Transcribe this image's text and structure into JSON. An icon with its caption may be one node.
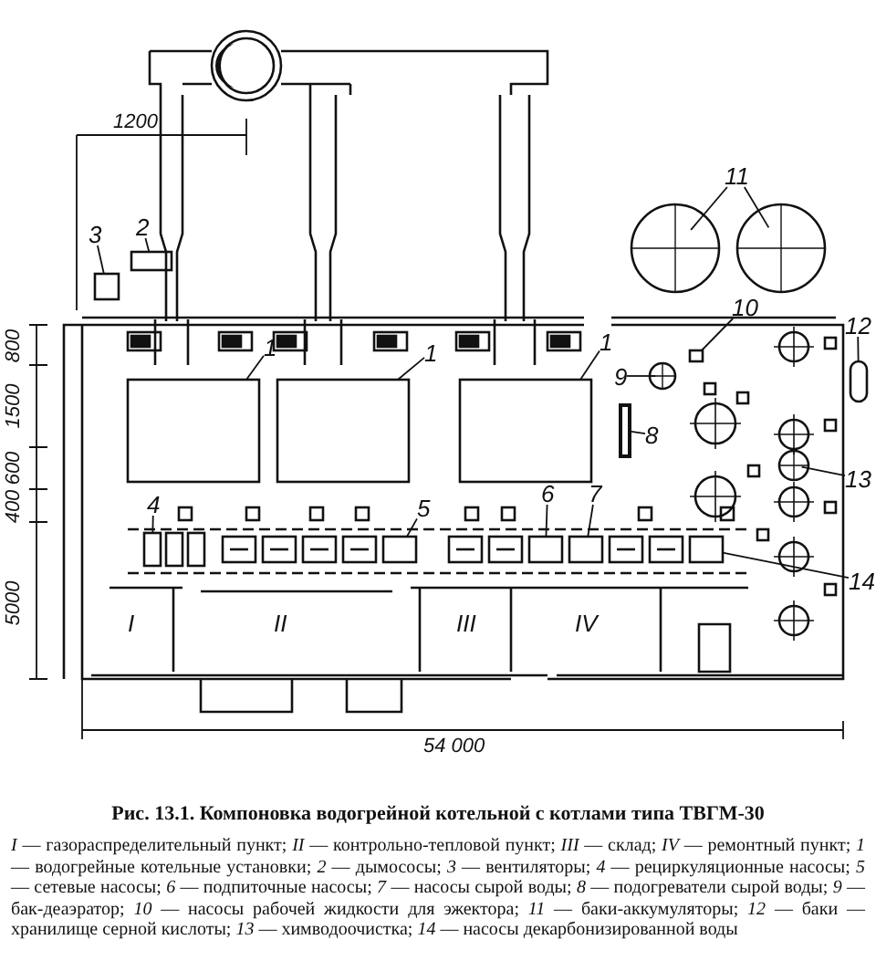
{
  "diagram": {
    "caption": "Рис. 13.1. Компоновка водогрейной котельной с котлами типа ТВГМ-30",
    "nodes": [
      {
        "text": [
          "3"
        ]
      },
      {
        "text": [],
        "shape": "box"
      },
      {
        "text": [
          "2"
        ]
      },
      {
        "text": [],
        "shape": "box"
      },
      {
        "text": [
          "11"
        ]
      },
      {
        "text": [],
        "shape": "circle"
      },
      {
        "text": [],
        "shape": "circle"
      },
      {
        "text": [
          "10"
        ]
      },
      {
        "text": [],
        "shape": "box"
      },
      {
        "text": [
          "12"
        ]
      },
      {
        "text": [],
        "shape": "cylinder"
      },
      {
        "text": [
          "1"
        ]
      },
      {
        "text": [],
        "shape": "box"
      },
      {
        "text": [
          "1"
        ]
      },
      {
        "text": [],
        "shape": "box"
      },
      {
        "text": [
          "1"
        ]
      },
      {
        "text": [],
        "shape": "box"
      },
      {
        "text": [
          "9"
        ]
      },
      {
        "text": [],
        "shape": "circle"
      },
      {
        "text": [
          "8"
        ]
      },
      {
        "text": [],
        "shape": "bar"
      },
      {
        "text": [
          "13"
        ]
      },
      {
        "text": [],
        "shape": "circle"
      },
      {
        "text": [
          "4"
        ]
      },
      {
        "text": [],
        "shape": "box"
      },
      {
        "text": [
          "5"
        ]
      },
      {
        "text": [],
        "shape": "box"
      },
      {
        "text": [
          "6"
        ]
      },
      {
        "text": [],
        "shape": "box"
      },
      {
        "text": [
          "7"
        ]
      },
      {
        "text": [],
        "shape": "box"
      },
      {
        "text": [
          "14"
        ]
      },
      {
        "text": [],
        "shape": "box"
      }
    ],
    "edges": [
      {
        "from": 0,
        "to": 1,
        "arrow": "none"
      },
      {
        "from": 2,
        "to": 3,
        "arrow": "none"
      },
      {
        "from": 4,
        "to": 5,
        "arrow": "none"
      },
      {
        "from": 4,
        "to": 6,
        "arrow": "none"
      },
      {
        "from": 7,
        "to": 8,
        "arrow": "none"
      },
      {
        "from": 9,
        "to": 10,
        "arrow": "none"
      },
      {
        "from": 11,
        "to": 12,
        "arrow": "none"
      },
      {
        "from": 13,
        "to": 14,
        "arrow": "none"
      },
      {
        "from": 15,
        "to": 16,
        "arrow": "none"
      },
      {
        "from": 17,
        "to": 18,
        "arrow": "none"
      },
      {
        "from": 19,
        "to": 20,
        "arrow": "none"
      },
      {
        "from": 21,
        "to": 22,
        "arrow": "none"
      },
      {
        "from": 23,
        "to": 24,
        "arrow": "none"
      },
      {
        "from": 25,
        "to": 26,
        "arrow": "none"
      },
      {
        "from": 27,
        "to": 28,
        "arrow": "none"
      },
      {
        "from": 29,
        "to": 30,
        "arrow": "none"
      },
      {
        "from": 31,
        "to": 32,
        "arrow": "none"
      }
    ],
    "labels": [
      "1200",
      "800",
      "1500",
      "600",
      "400",
      "5000",
      "I",
      "II",
      "III",
      "IV",
      "54 000",
      "*I* — газораспределительный пункт; *II* — контрольно-тепловой пункт; *III* — склад; *IV* — ремонтный пункт; *1* — водогрейные котельные установки; *2* — дымососы; *3* — вентиляторы; *4* — рециркуляционные насосы; *5* — сетевые насосы; *6* — подпиточные насосы; *7* — насосы сырой воды; *8* — подогреватели сырой воды; *9* — бак-деаэратор; *10* — насосы рабочей жидкости для эжектора; *11* — баки-аккумуляторы; *12* — баки — хранилище серной кислоты; *13* — химводоочистка; *14* — насосы декарбонизированной воды"
    ]
  }
}
